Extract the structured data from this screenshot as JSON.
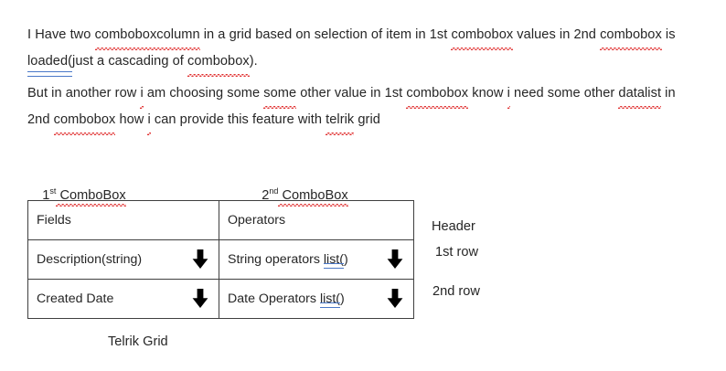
{
  "document": {
    "paragraph_1": {
      "segments": [
        {
          "text": "I Have two ",
          "mark": "none"
        },
        {
          "text": "comboboxcolumn",
          "mark": "spell"
        },
        {
          "text": " in a grid based on selection of item in 1st ",
          "mark": "none"
        },
        {
          "text": "combobox",
          "mark": "spell"
        },
        {
          "text": " values in 2nd ",
          "mark": "none"
        },
        {
          "text": "combobox",
          "mark": "spell"
        },
        {
          "text": " is ",
          "mark": "none"
        },
        {
          "text": "loaded(",
          "mark": "grammar"
        },
        {
          "text": "just a cascading of ",
          "mark": "none"
        },
        {
          "text": "combobox",
          "mark": "spell"
        },
        {
          "text": ").",
          "mark": "none"
        }
      ],
      "plain_text": "I Have two comboboxcolumn in a grid based on selection of item in 1st combobox values in 2nd combobox is loaded(just a cascading of combobox)."
    },
    "paragraph_2": {
      "segments": [
        {
          "text": "But in another row ",
          "mark": "none"
        },
        {
          "text": "i",
          "mark": "spell"
        },
        {
          "text": " am choosing some ",
          "mark": "none"
        },
        {
          "text": "some",
          "mark": "spell"
        },
        {
          "text": " other value in 1st ",
          "mark": "none"
        },
        {
          "text": "combobox",
          "mark": "spell"
        },
        {
          "text": " know ",
          "mark": "none"
        },
        {
          "text": "i",
          "mark": "spell"
        },
        {
          "text": " need some other ",
          "mark": "none"
        },
        {
          "text": "datalist",
          "mark": "spell"
        },
        {
          "text": " in 2nd ",
          "mark": "none"
        },
        {
          "text": "combobox",
          "mark": "spell"
        },
        {
          "text": " how ",
          "mark": "none"
        },
        {
          "text": "i",
          "mark": "spell"
        },
        {
          "text": " can provide this feature with ",
          "mark": "none"
        },
        {
          "text": "telrik",
          "mark": "spell"
        },
        {
          "text": " grid",
          "mark": "none"
        }
      ],
      "plain_text": "But in another row i am choosing some some other value in 1st combobox know i need some other datalist in 2nd combobox how i can provide this feature with telrik grid"
    }
  },
  "combo_labels": {
    "first": {
      "number": "1",
      "ordinal": "st",
      "name": " ComboBox"
    },
    "second": {
      "number": "2",
      "ordinal": "nd",
      "name": " ComboBox"
    }
  },
  "grid": {
    "columns": [
      "Fields",
      "Operators"
    ],
    "rows": [
      {
        "cells": [
          {
            "text": "Description(string)",
            "arrow": true,
            "link": null
          },
          {
            "text": "String operators ",
            "arrow": true,
            "link": "list(",
            "link_tail": ")"
          }
        ]
      },
      {
        "cells": [
          {
            "text": "Created Date",
            "arrow": true,
            "link": null
          },
          {
            "text": "Date Operators ",
            "arrow": true,
            "link": "list(",
            "link_tail": ")"
          }
        ]
      }
    ]
  },
  "annotations": {
    "header": "Header",
    "row_1": "1st row",
    "row_2": "2nd row",
    "caption": "Telrik Grid"
  },
  "icons": {
    "arrow_down": "arrow-down-icon"
  },
  "colors": {
    "text": "#262626",
    "spellcheck_underline": "#e03030",
    "grammar_underline": "#4a78c8",
    "table_border": "#3f3f3f",
    "arrow_fill": "#000000",
    "background": "#ffffff"
  }
}
